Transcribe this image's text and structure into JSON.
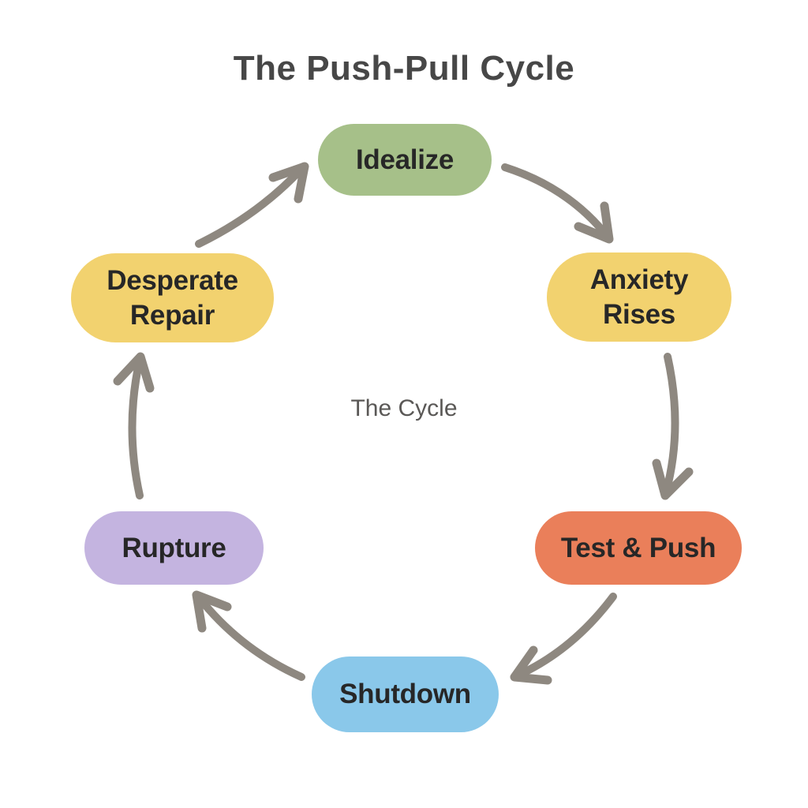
{
  "title": "The Push-Pull Cycle",
  "center_label": "The Cycle",
  "nodes": [
    {
      "id": "idealize",
      "label": "Idealize",
      "color": "#a6c089"
    },
    {
      "id": "anxiety-rises",
      "label": "Anxiety Rises",
      "color": "#f2d26f"
    },
    {
      "id": "test-and-push",
      "label": "Test & Push",
      "color": "#ea7f5a"
    },
    {
      "id": "shutdown",
      "label": "Shutdown",
      "color": "#8ac8ea"
    },
    {
      "id": "rupture",
      "label": "Rupture",
      "color": "#c4b4e0"
    },
    {
      "id": "desperate-repair",
      "label": "Desperate Repair",
      "color": "#f2d26f"
    }
  ],
  "arrows": [
    {
      "from": "Idealize",
      "to": "Anxiety Rises"
    },
    {
      "from": "Anxiety Rises",
      "to": "Test & Push"
    },
    {
      "from": "Test & Push",
      "to": "Shutdown"
    },
    {
      "from": "Shutdown",
      "to": "Rupture"
    },
    {
      "from": "Rupture",
      "to": "Desperate Repair"
    },
    {
      "from": "Desperate Repair",
      "to": "Idealize"
    }
  ],
  "colors": {
    "background": "#ffffff",
    "arrow": "#8e8880",
    "title_ink": "#474747",
    "node_ink": "#272727",
    "center_label_ink": "#5a5856"
  }
}
